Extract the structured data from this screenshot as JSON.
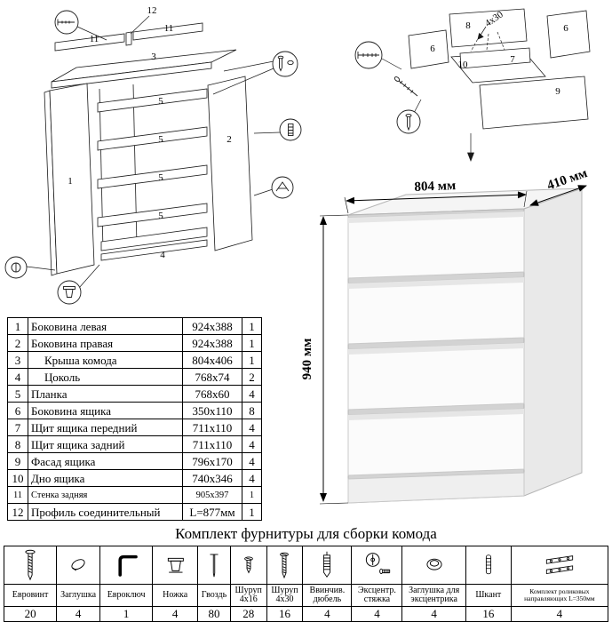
{
  "dimensions": {
    "width": "804 мм",
    "depth": "410 мм",
    "height": "940 мм"
  },
  "frame_diagram": {
    "labels": {
      "p12": "12",
      "p11a": "11",
      "p11b": "11",
      "p3": "3",
      "p5a": "5",
      "p5b": "5",
      "p5c": "5",
      "p5d": "5",
      "p1": "1",
      "p2": "2",
      "p4": "4"
    }
  },
  "drawer_diagram": {
    "labels": {
      "p8": "8",
      "p6a": "6",
      "p6b": "6",
      "p7": "7",
      "p10": "10",
      "p9": "9",
      "screw": "4х30"
    }
  },
  "parts_table": {
    "rows": [
      {
        "num": "1",
        "name": "Боковина левая",
        "size": "924x388",
        "qty": "1"
      },
      {
        "num": "2",
        "name": "Боковина правая",
        "size": "924x388",
        "qty": "1"
      },
      {
        "num": "3",
        "name": "Крыша комода",
        "size": "804x406",
        "qty": "1"
      },
      {
        "num": "4",
        "name": "Цоколь",
        "size": "768x74",
        "qty": "2"
      },
      {
        "num": "5",
        "name": "Планка",
        "size": "768x60",
        "qty": "4"
      },
      {
        "num": "6",
        "name": "Боковина ящика",
        "size": "350x110",
        "qty": "8"
      },
      {
        "num": "7",
        "name": "Щит ящика передний",
        "size": "711x110",
        "qty": "4"
      },
      {
        "num": "8",
        "name": "Щит ящика задний",
        "size": "711x110",
        "qty": "4"
      },
      {
        "num": "9",
        "name": "Фасад ящика",
        "size": "796x170",
        "qty": "4"
      },
      {
        "num": "10",
        "name": "Дно ящика",
        "size": "740x346",
        "qty": "4"
      },
      {
        "num": "11",
        "name": "Стенка задняя",
        "size": "905x397",
        "qty": "1"
      },
      {
        "num": "12",
        "name": "Профиль соединительный",
        "size": "L=877мм",
        "qty": "1"
      }
    ]
  },
  "hardware": {
    "title": "Комплект фурнитуры для сборки комода",
    "items": [
      {
        "name": "Евровинт",
        "qty": "20",
        "icon": "confirmat-screw-icon"
      },
      {
        "name": "Заглушка",
        "qty": "4",
        "icon": "cap-icon"
      },
      {
        "name": "Евроключ",
        "qty": "1",
        "icon": "hex-key-icon"
      },
      {
        "name": "Ножка",
        "qty": "4",
        "icon": "leg-icon"
      },
      {
        "name": "Гвоздь",
        "qty": "80",
        "icon": "nail-icon"
      },
      {
        "name": "Шуруп 4х16",
        "qty": "28",
        "icon": "screw-short-icon"
      },
      {
        "name": "Шуруп 4х30",
        "qty": "16",
        "icon": "screw-long-icon"
      },
      {
        "name": "Ввинчив. дюбель",
        "qty": "4",
        "icon": "screw-in-dowel-icon"
      },
      {
        "name": "Эксцентр. стяжка",
        "qty": "4",
        "icon": "cam-lock-icon"
      },
      {
        "name": "Заглушка для эксцентрика",
        "qty": "4",
        "icon": "cam-cap-icon"
      },
      {
        "name": "Шкант",
        "qty": "16",
        "icon": "wooden-dowel-icon"
      },
      {
        "name": "Комплект роликовых направляющих L=350мм",
        "qty": "4",
        "icon": "roller-guides-icon"
      }
    ]
  }
}
